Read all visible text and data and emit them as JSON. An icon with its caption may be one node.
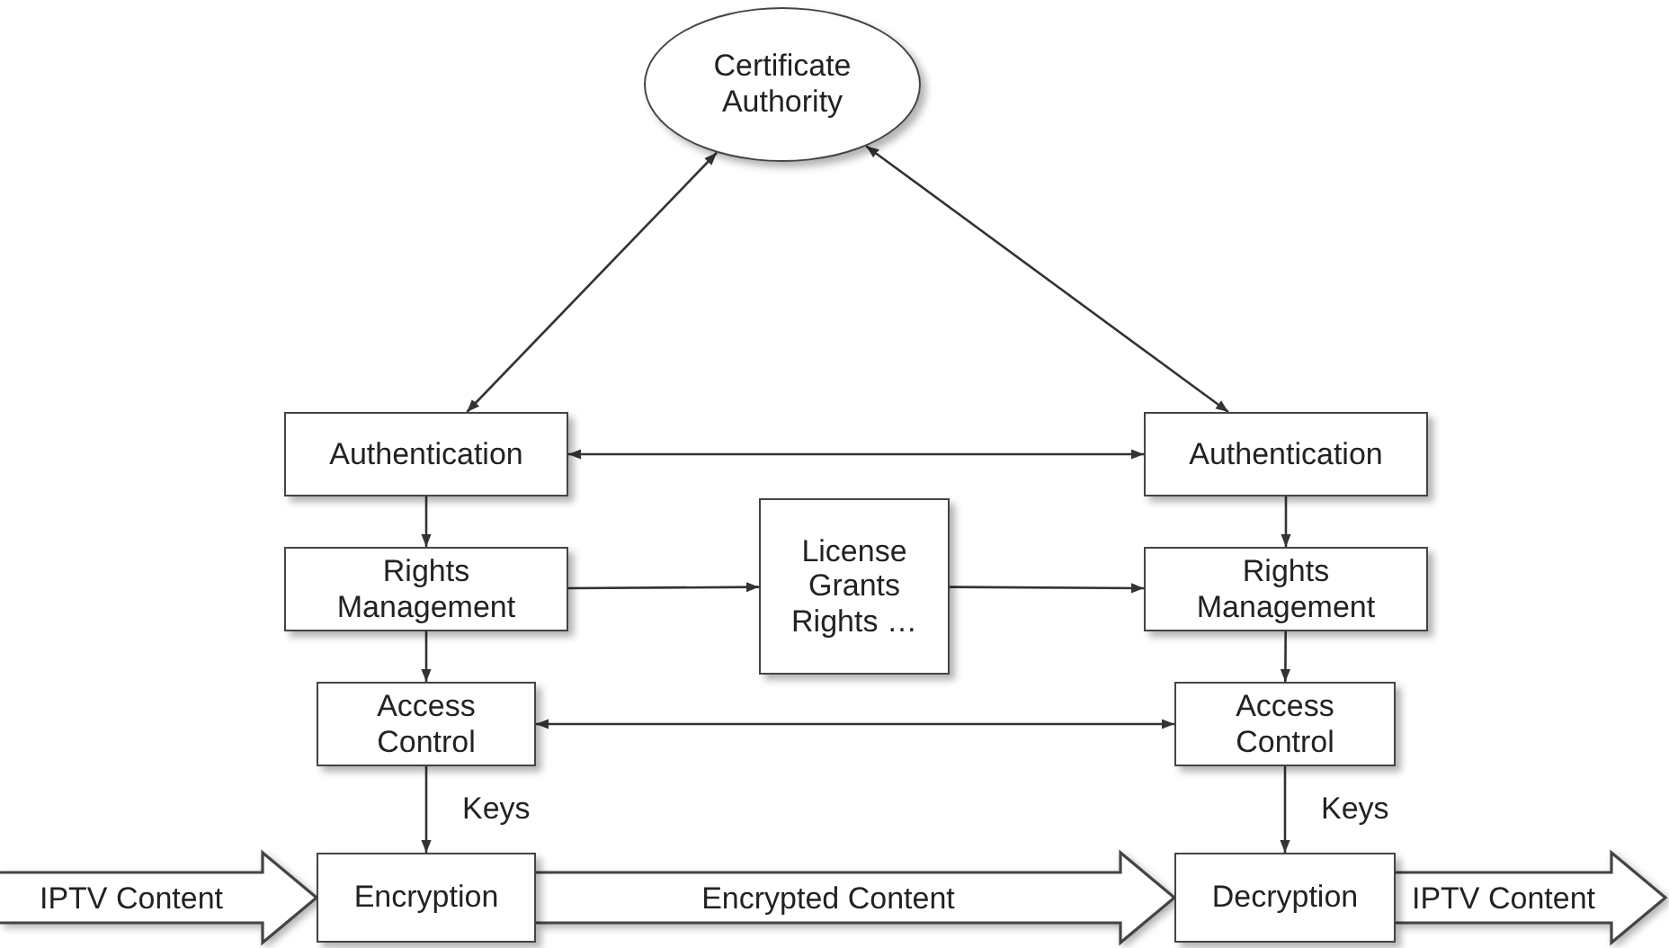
{
  "diagram": {
    "nodes": [
      {
        "text": [
          "Certificate Authority"
        ]
      },
      {
        "text": [
          "Authentication"
        ]
      },
      {
        "text": [
          "Authentication"
        ]
      },
      {
        "text": [
          "Rights Management"
        ]
      },
      {
        "text": [
          "License Grants Rights …"
        ]
      },
      {
        "text": [
          "Rights Management"
        ]
      },
      {
        "text": [
          "Access Control"
        ]
      },
      {
        "text": [
          "Access Control"
        ]
      },
      {
        "text": [
          "Encryption"
        ]
      },
      {
        "text": [
          "Decryption"
        ]
      }
    ],
    "edges": [
      {
        "from": 0,
        "to": 1,
        "arrow": "both"
      },
      {
        "from": 0,
        "to": 2,
        "arrow": "both"
      },
      {
        "from": 1,
        "to": 2,
        "arrow": "both"
      },
      {
        "from": 1,
        "to": 3,
        "arrow": "to"
      },
      {
        "from": 2,
        "to": 5,
        "arrow": "to"
      },
      {
        "from": 3,
        "to": 4,
        "arrow": "to"
      },
      {
        "from": 4,
        "to": 5,
        "arrow": "to"
      },
      {
        "from": 3,
        "to": 6,
        "arrow": "to"
      },
      {
        "from": 5,
        "to": 7,
        "arrow": "to"
      },
      {
        "from": 6,
        "to": 7,
        "arrow": "both"
      },
      {
        "from": 6,
        "to": 8,
        "arrow": "to",
        "label": "Keys"
      },
      {
        "from": 7,
        "to": 9,
        "arrow": "to",
        "label": "Keys"
      },
      {
        "from": null,
        "to": 8,
        "arrow": "to",
        "label": "IPTV Content",
        "style": "thick"
      },
      {
        "from": 8,
        "to": 9,
        "arrow": "to",
        "label": "Encrypted Content",
        "style": "thick"
      },
      {
        "from": 9,
        "to": null,
        "arrow": "to",
        "label": "IPTV Content",
        "style": "thick"
      }
    ]
  }
}
